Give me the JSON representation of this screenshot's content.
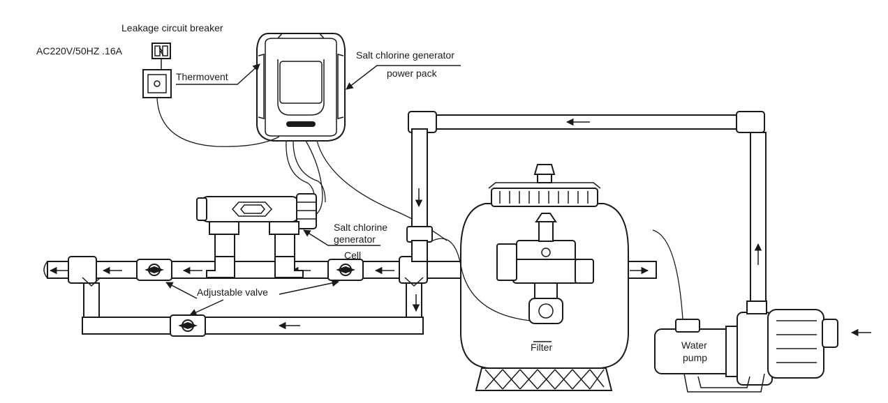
{
  "labels": {
    "leakage_breaker": "Leakage circuit breaker",
    "ac_spec": "AC220V/50HZ .16A",
    "thermovent": "Thermovent",
    "power_pack_line1": "Salt chlorine generator",
    "power_pack_line2": "power pack",
    "cell_line1": "Salt chlorine",
    "cell_line2": "generator",
    "cell_line3": "Cell",
    "adjustable_valve": "Adjustable valve",
    "filter": "Filter",
    "pump_line1": "Water",
    "pump_line2": "pump"
  },
  "colors": {
    "ink": "#1a1a1a",
    "paper": "#ffffff"
  }
}
